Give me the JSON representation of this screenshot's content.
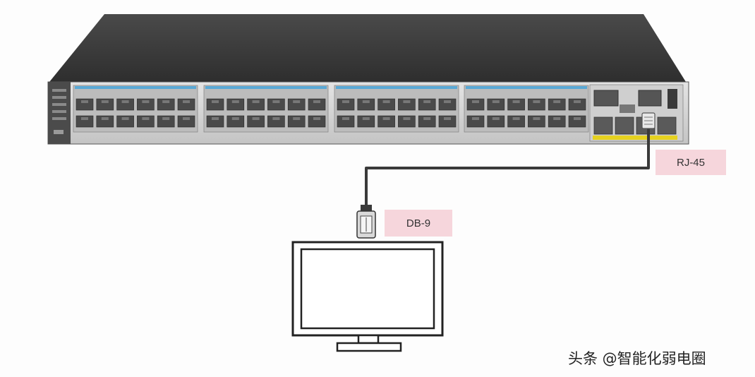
{
  "labels": {
    "rj45": "RJ-45",
    "db9": "DB-9"
  },
  "watermark": "头条 @智能化弱电圈",
  "colors": {
    "switch_top": "#3f3f3f",
    "switch_front": "#d7d7d7",
    "port_accent": "#5aa9d6",
    "sfp_accent": "#e6d21f",
    "cable": "#3a3a3a",
    "label_bg": "#f6d6dc"
  },
  "switch": {
    "port_groups": 4,
    "ports_per_group": 12,
    "uplink_ports": 4
  }
}
